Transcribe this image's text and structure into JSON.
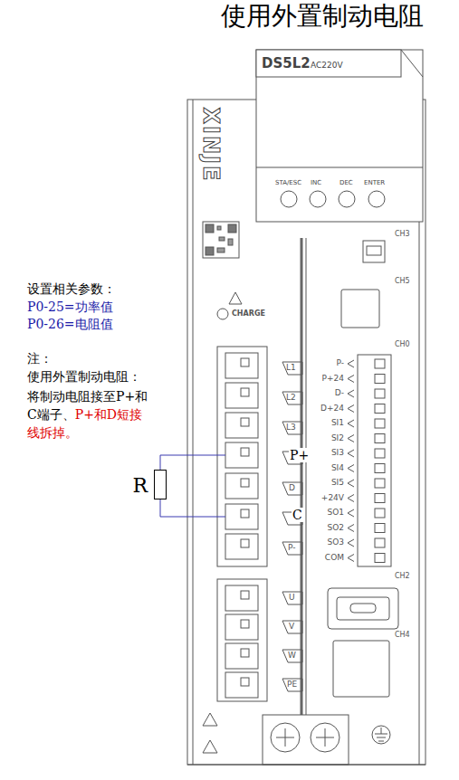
{
  "diagram": {
    "title": "使用外置制动电阻",
    "nodes": [
      {
        "text": [
          "R"
        ]
      },
      {
        "text": [
          "P+"
        ]
      },
      {
        "text": [
          "C"
        ]
      }
    ],
    "edges": [
      {
        "from": 0,
        "to": 1,
        "arrow": "none"
      },
      {
        "from": 0,
        "to": 2,
        "arrow": "none"
      }
    ],
    "labels": [
      "设置相关参数：",
      "P0-25=功率值",
      "P0-26=电阻值",
      "注：",
      "使用外置制动电阻：",
      "将制动电阻接至P+和C端子、",
      "P+和D短接线拆掉。",
      "DS5L2",
      "AC220V",
      "XINJE",
      "STA/ESC",
      "INC",
      "DEC",
      "ENTER",
      "CH3",
      "CH5",
      "CHARGE",
      "CH0",
      "L1",
      "L2",
      "L3",
      "D",
      "P-",
      "P-",
      "P+24",
      "D-",
      "D+24",
      "SI1",
      "SI2",
      "SI3",
      "SI4",
      "SI5",
      "+24V",
      "SO1",
      "SO2",
      "SO3",
      "COM",
      "CH2",
      "CH4",
      "U",
      "V",
      "W",
      "PE"
    ]
  }
}
